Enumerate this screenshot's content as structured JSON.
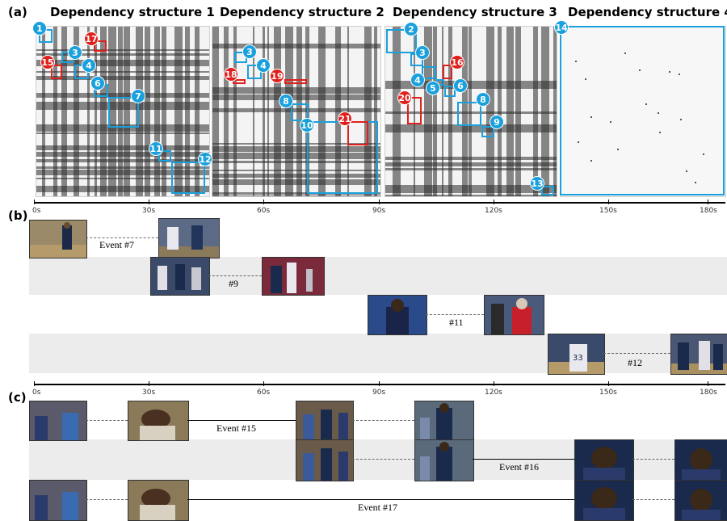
{
  "panels": {
    "a": "(a)",
    "b": "(b)",
    "c": "(c)"
  },
  "structures": [
    {
      "title": "Dependency structure 1"
    },
    {
      "title": "Dependency structure 2"
    },
    {
      "title": "Dependency structure 3"
    },
    {
      "title": "Dependency structure 4"
    }
  ],
  "markers": {
    "blue": [
      "1",
      "3",
      "4",
      "6",
      "7",
      "11",
      "12",
      "3",
      "4",
      "8",
      "10",
      "2",
      "3",
      "4",
      "5",
      "6",
      "8",
      "9",
      "13",
      "14"
    ],
    "red": [
      "15",
      "17",
      "18",
      "19",
      "21",
      "16",
      "20"
    ]
  },
  "timeline": {
    "ticks": [
      "0s",
      "30s",
      "60s",
      "90s",
      "120s",
      "150s",
      "180s"
    ]
  },
  "panel_b": {
    "events": [
      "Event #7",
      "#9",
      "#11",
      "#12"
    ]
  },
  "panel_c": {
    "events": [
      "Event #15",
      "Event #16",
      "Event #17"
    ]
  },
  "colors": {
    "blue": "#1aa0dc",
    "red": "#e0201c",
    "lane_gray": "#ececec"
  }
}
